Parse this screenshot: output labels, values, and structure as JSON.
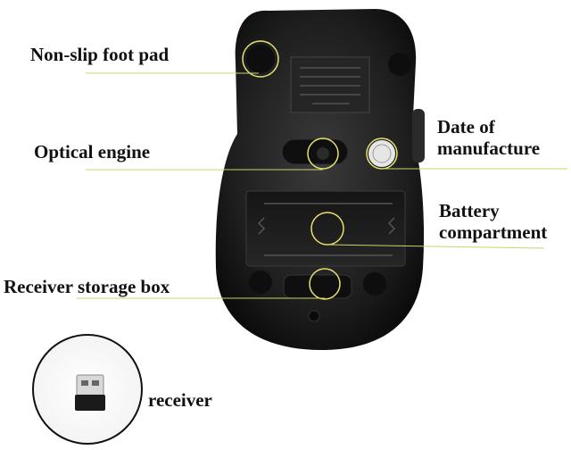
{
  "labels": {
    "foot_pad": "Non-slip foot pad",
    "optical_engine": "Optical engine",
    "receiver_storage_box": "Receiver storage box",
    "receiver": "receiver",
    "date_of_manufacture": [
      "Date of",
      "manufacture"
    ],
    "battery_compartment": [
      "Battery",
      "compartment"
    ]
  },
  "colors": {
    "background": "#ffffff",
    "mouse_body": "#1b1b1b",
    "leader_line": "#c8d46a",
    "callout_circle": "#e8e070"
  }
}
